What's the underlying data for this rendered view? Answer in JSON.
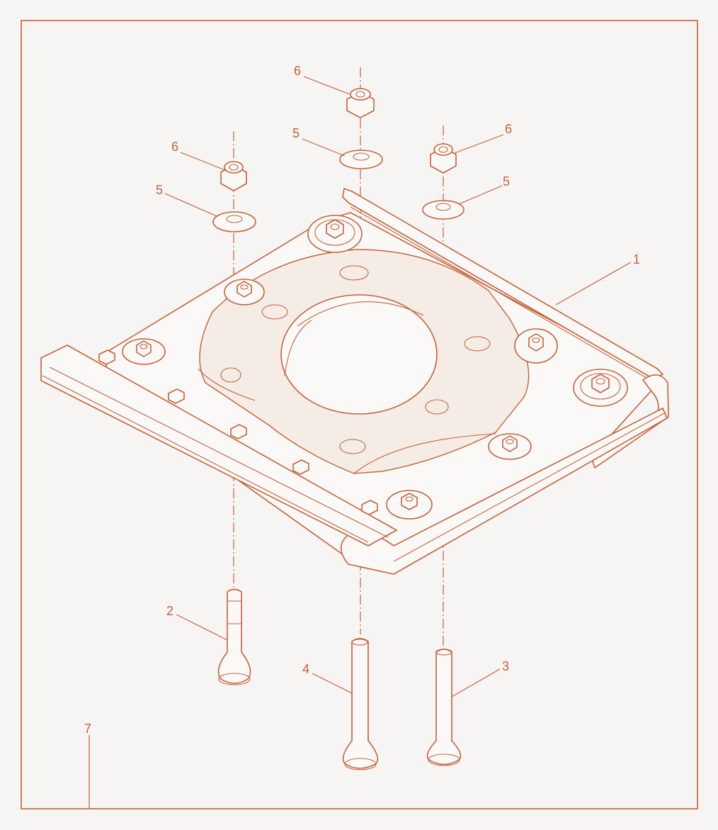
{
  "diagram": {
    "colors": {
      "line": "#c4613a",
      "background": "#f7f5f3"
    },
    "callouts": {
      "c1": "1",
      "c2": "2",
      "c3": "3",
      "c4": "4",
      "c5_left": "5",
      "c5_center": "5",
      "c5_right": "5",
      "c6_left": "6",
      "c6_center": "6",
      "c6_right": "6",
      "c7": "7"
    }
  }
}
